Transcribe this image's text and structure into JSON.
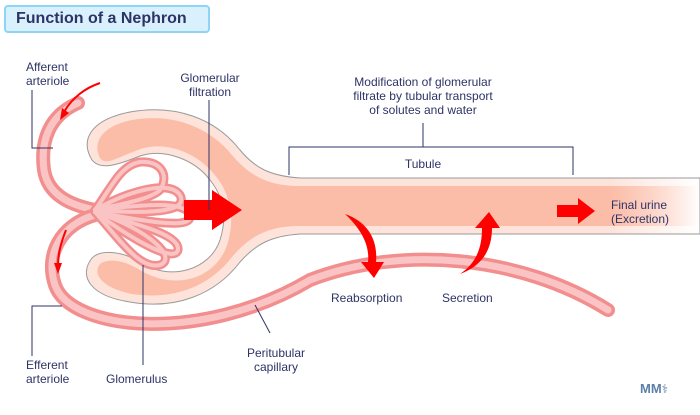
{
  "title": "Function of a Nephron",
  "labels": {
    "afferent": [
      "Afferent",
      "arteriole"
    ],
    "glomerular_filtration": [
      "Glomerular",
      "filtration"
    ],
    "modification": [
      "Modification of glomerular",
      "filtrate by tubular transport",
      "of solutes and water"
    ],
    "tubule": "Tubule",
    "final_urine": [
      "Final urine",
      "(Excretion)"
    ],
    "reabsorption": "Reabsorption",
    "secretion": "Secretion",
    "peritubular": [
      "Peritubular",
      "capillary"
    ],
    "efferent": [
      "Efferent",
      "arteriole"
    ],
    "glomerulus": "Glomerulus"
  },
  "logo": {
    "text": "MM",
    "icon": "caduceus-icon"
  },
  "colors": {
    "title_bg": "#d9f1fd",
    "title_border": "#8ed4f7",
    "text": "#2e3366",
    "tubule_fill": "#fbbda8",
    "tubule_edge": "#fde0d6",
    "vessel": "#f7a0a0",
    "arrow": "#ff0000",
    "logo": "#5b7fa6"
  }
}
